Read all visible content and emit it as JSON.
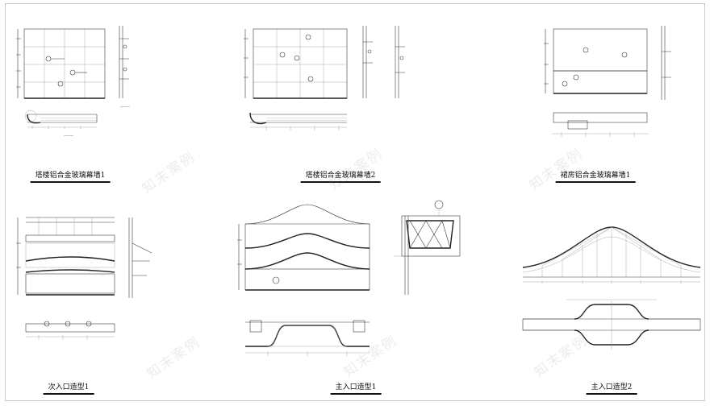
{
  "drawings": [
    {
      "id": "d1",
      "title": "塔楼铝合金玻璃幕墙1"
    },
    {
      "id": "d2",
      "title": "塔楼铝合金玻璃幕墙2"
    },
    {
      "id": "d3",
      "title": "裙房铝合金玻璃幕墙1"
    },
    {
      "id": "d4",
      "title": "次入口造型1"
    },
    {
      "id": "d5",
      "title": "主入口造型1"
    },
    {
      "id": "d6",
      "title": "主入口造型2"
    }
  ],
  "watermark": "知末案例",
  "colors": {
    "line": "#3a3a3a",
    "paper": "#ffffff",
    "border": "#c8c8c8"
  }
}
